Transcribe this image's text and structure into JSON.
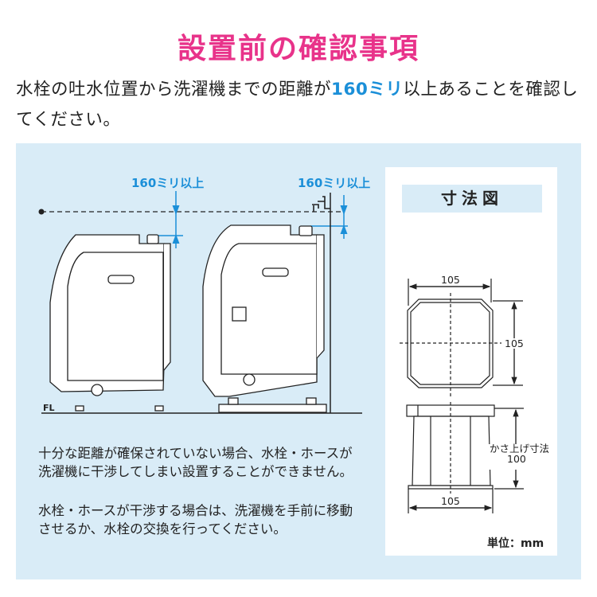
{
  "title": "設置前の確認事項",
  "intro": {
    "before": "水栓の吐水位置から洗濯機までの距離が",
    "highlight": "160ミリ",
    "after": "以上あることを確認してください。"
  },
  "diagram": {
    "clearance_label_left": "160ミリ以上",
    "clearance_label_right": "160ミリ以上",
    "floor_label": "FL"
  },
  "notes": [
    "十分な距離が確保されていない場合、水栓・ホースが洗濯機に干渉してしまい設置することができません。",
    "水栓・ホースが干渉する場合は、洗濯機を手前に移動させるか、水栓の交換を行ってください。"
  ],
  "dimensions": {
    "heading": "寸法図",
    "top_width": "105",
    "top_depth": "105",
    "raise_label": "かさ上げ寸法",
    "raise_value": "100",
    "bottom_width": "105",
    "unit": "単位：mm"
  },
  "colors": {
    "title": "#e8338a",
    "accent": "#1b8fd8",
    "panel": "#d9ecf7"
  }
}
